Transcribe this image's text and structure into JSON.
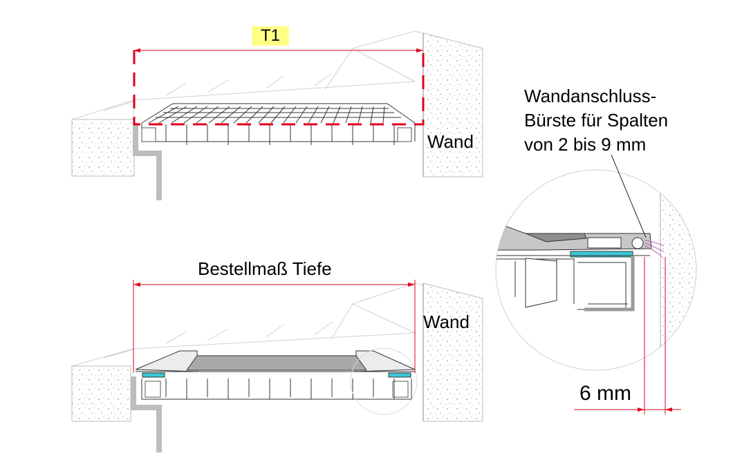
{
  "labels": {
    "t1": "T1",
    "wall_top": "Wand",
    "wall_bottom": "Wand",
    "order_depth": "Bestellmaß Tiefe",
    "callout_line1": "Wandanschluss-",
    "callout_line2": "Bürste für Spalten",
    "callout_line3": "von 2 bis 9 mm",
    "gap": "6 mm"
  },
  "colors": {
    "dimension_line": "#e0001a",
    "t1_highlight": "#ffff88",
    "seal_strip": "#3cc8d8",
    "frame_grey": "#9a9a9a",
    "line": "#333333"
  }
}
